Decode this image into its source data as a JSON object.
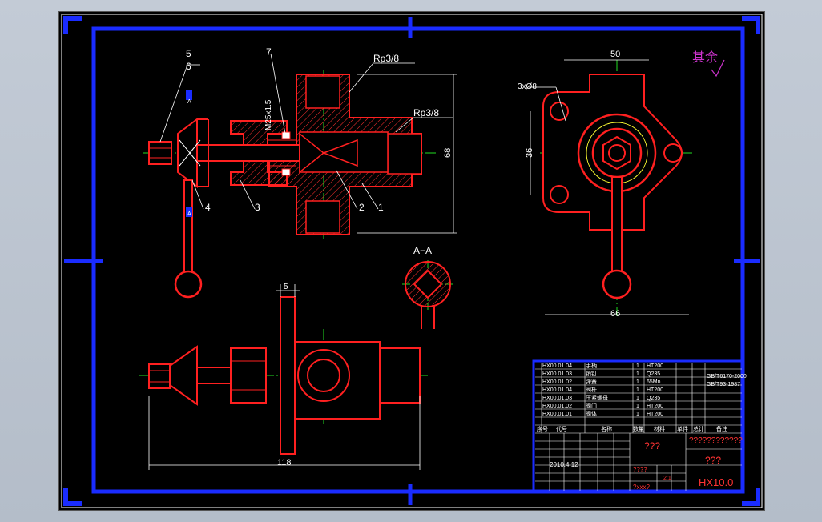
{
  "dimensions": {
    "top_width": "50",
    "height_36": "36",
    "height_68": "68",
    "bottom_66": "66",
    "width_118": "118",
    "width_5": "5",
    "hole_spec": "3xØ8",
    "thread_spec": "M25x1.5",
    "pipe_thread_1": "Rp3/8",
    "pipe_thread_2": "Rp3/8"
  },
  "balloons": [
    "5",
    "6",
    "7",
    "4",
    "3",
    "2",
    "1"
  ],
  "section_label": "A−A",
  "section_marker": "A",
  "surface_note": "其余",
  "parts_list": {
    "rows": [
      {
        "code": "HX00.01.04",
        "name": "手柄",
        "qty": "1",
        "material": "HT200",
        "std": ""
      },
      {
        "code": "HX00.01.03",
        "name": "销钉",
        "qty": "1",
        "material": "Q235",
        "std": "GB/T6170-2000"
      },
      {
        "code": "HX00.01.02",
        "name": "弹簧",
        "qty": "1",
        "material": "65Mn",
        "std": "GB/T93-1987"
      },
      {
        "code": "HX00.01.04",
        "name": "阀杆",
        "qty": "1",
        "material": "HT200",
        "std": ""
      },
      {
        "code": "HX00.01.03",
        "name": "压紧螺母",
        "qty": "1",
        "material": "Q235",
        "std": ""
      },
      {
        "code": "HX00.01.02",
        "name": "阀门",
        "qty": "1",
        "material": "HT200",
        "std": ""
      },
      {
        "code": "HX00.01.01",
        "name": "阀体",
        "qty": "1",
        "material": "HT200",
        "std": ""
      }
    ],
    "headers": [
      "序号",
      "代号",
      "名称",
      "数量",
      "材料",
      "单件",
      "总计",
      "备注"
    ]
  },
  "title_block": {
    "title_left": "???",
    "title_right": "????????????",
    "school": "???",
    "date": "2010.4.12",
    "scale": "2:1",
    "drawing_no": "HX10.0",
    "sheet": "????",
    "misc": "?xxx?"
  },
  "colors": {
    "outline": "#ff2020",
    "hatch": "#ff3030",
    "centerline": "#22dd22",
    "dim": "#ffffff",
    "frame": "#1a2cff",
    "note": "#cc33cc",
    "yellow": "#ffff33"
  }
}
